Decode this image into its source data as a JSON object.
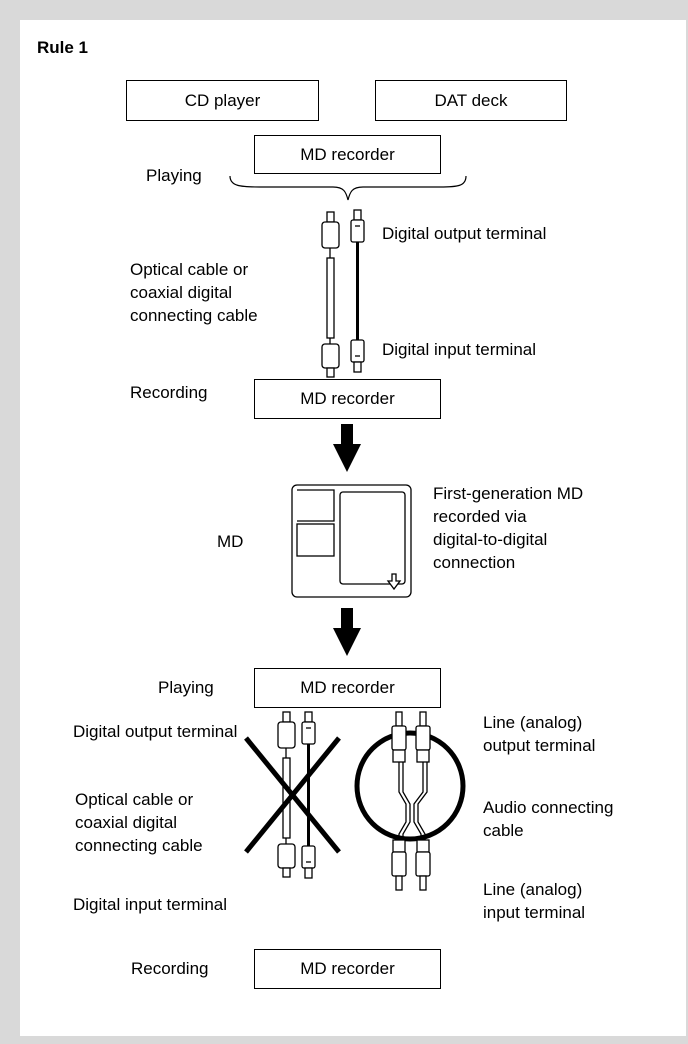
{
  "title": "Rule 1",
  "top": {
    "source_box_1": "CD player",
    "source_box_2": "DAT deck",
    "player_box": "MD recorder",
    "playing_label": "Playing",
    "digital_output_label": "Digital output terminal",
    "cable_label_lines": [
      "Optical cable or",
      "coaxial digital",
      "connecting cable"
    ],
    "digital_input_label": "Digital input terminal",
    "recording_label": "Recording",
    "recorder_box": "MD recorder"
  },
  "disc": {
    "md_label": "MD",
    "description_lines": [
      "First-generation MD",
      "recorded via",
      "digital-to-digital",
      "connection"
    ]
  },
  "bottom": {
    "playing_label": "Playing",
    "player_box": "MD recorder",
    "digital_output_label": "Digital output terminal",
    "cable_label_lines": [
      "Optical cable or",
      "coaxial digital",
      "connecting cable"
    ],
    "digital_input_label": "Digital input terminal",
    "analog_output_lines": [
      "Line (analog)",
      "output terminal"
    ],
    "audio_cable_lines": [
      "Audio connecting",
      "cable"
    ],
    "analog_input_lines": [
      "Line (analog)",
      "input terminal"
    ],
    "recording_label": "Recording",
    "recorder_box": "MD recorder"
  }
}
